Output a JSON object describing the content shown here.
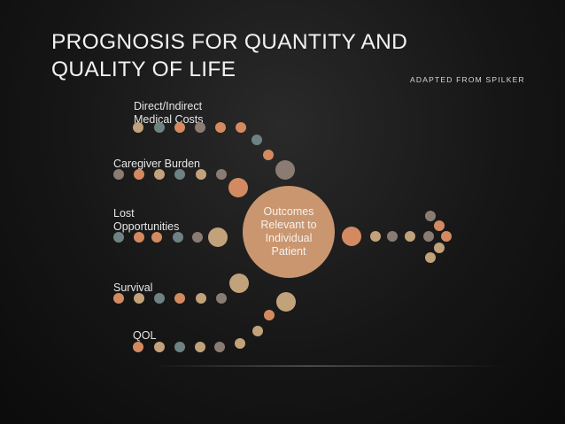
{
  "title": {
    "line1": "PROGNOSIS FOR QUANTITY AND",
    "line2": "QUALITY OF LIFE"
  },
  "attribution": "ADAPTED FROM SPILKER",
  "factors": {
    "costs": {
      "line1": "Direct/Indirect",
      "line2": "Medical Costs"
    },
    "caregiver": {
      "line1": "Caregiver Burden"
    },
    "lost": {
      "line1": "Lost",
      "line2": "Opportunities"
    },
    "survival": {
      "line1": "Survival"
    },
    "qol": {
      "line1": "QOL"
    }
  },
  "center": {
    "line1": "Outcomes",
    "line2": "Relevant to",
    "line3": "Individual",
    "line4": "Patient"
  },
  "colors": {
    "tan": "#c2a27a",
    "slate": "#6f8283",
    "orange": "#d48a60",
    "taupe": "#8a7c72",
    "center": "#c99670"
  }
}
